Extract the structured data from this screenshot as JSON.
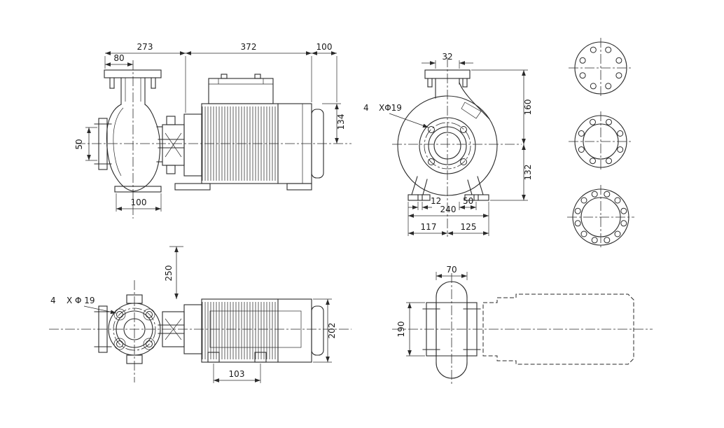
{
  "drawing": {
    "type": "pump-dimensional-drawing",
    "line_color": "#2a2a2a",
    "background": "#ffffff"
  },
  "views": {
    "side": {
      "dim_pump_length": "273",
      "dim_motor_length": "372",
      "dim_rear_clearance": "100",
      "dim_flange_to_center": "80",
      "dim_suction_bore": "50",
      "dim_center_to_top": "134",
      "dim_foot_width": "100"
    },
    "front": {
      "dim_port_offset": "32",
      "hole_qty": "4",
      "hole_spec": "XΦ19",
      "dim_center_to_flange": "160",
      "dim_center_to_base": "132",
      "dim_slot_width": "12",
      "dim_slot_offset": "50",
      "dim_base_width": "240",
      "dim_base_left": "117",
      "dim_base_right": "125"
    },
    "plan": {
      "hole_qty": "4",
      "hole_spec": "X Φ 19",
      "dim_clearance": "250",
      "dim_motor_width": "202",
      "dim_foot_length": "103"
    },
    "outline": {
      "dim_pipe_width": "70",
      "dim_flange_length": "190"
    }
  }
}
